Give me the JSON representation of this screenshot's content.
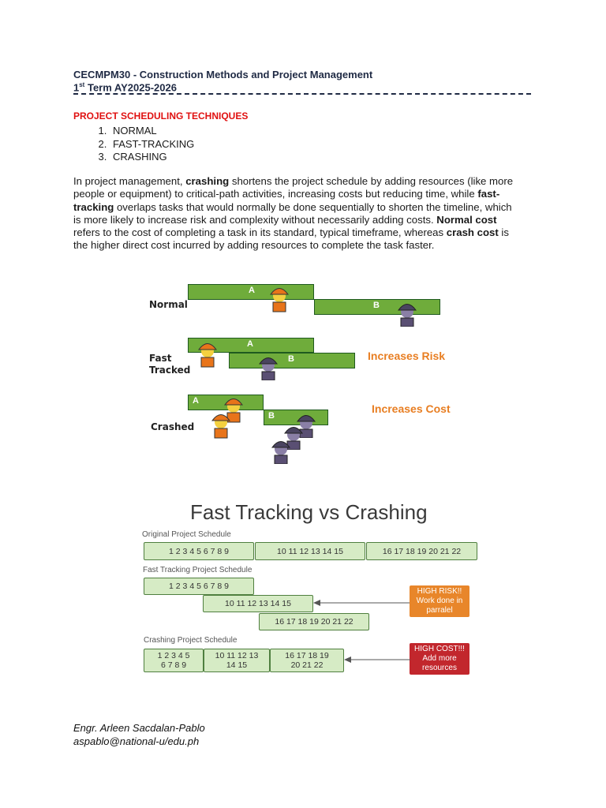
{
  "header": {
    "course_line": "CECMPM30 - Construction Methods and Project Management",
    "term_prefix": "1",
    "term_sup": "st",
    "term_rest": " Term AY2025-2026"
  },
  "section_title": "PROJECT SCHEDULING TECHNIQUES",
  "techniques": [
    "NORMAL",
    "FAST-TRACKING",
    "CRASHING"
  ],
  "paragraph": {
    "p1": "In project management, ",
    "b1": "crashing",
    "p2": " shortens the project schedule by adding resources (like more people or equipment) to critical-path activities, increasing costs but reducing time, while ",
    "b2": "fast-tracking",
    "p3": " overlaps tasks that would normally be done sequentially to shorten the timeline, which is more likely to increase risk and complexity without necessarily adding costs. ",
    "b3": "Normal cost",
    "p4": " refers to the cost of completing a task in its standard, typical timeframe, whereas ",
    "b4": "crash cost",
    "p5": " is the higher direct cost incurred by adding resources to complete the task faster."
  },
  "figure1": {
    "normal_label": "Normal",
    "fast_label_1": "Fast",
    "fast_label_2": "Tracked",
    "crashed_label": "Crashed",
    "task_a": "A",
    "task_b": "B",
    "risk_note": "Increases Risk",
    "cost_note": "Increases Cost",
    "colors": {
      "bar": "#6fac3b",
      "note": "#e87e22",
      "worker_a": "#e8741a",
      "worker_b": "#5a4f73"
    }
  },
  "figure2": {
    "title": "Fast Tracking vs Crashing",
    "original_label": "Original Project Schedule",
    "original": [
      "1   2   3   4 5 6 7   8   9",
      "10   11   12   13   14   15",
      "16   17   18   19  20   21  22"
    ],
    "fast_label": "Fast Tracking Project Schedule",
    "fast": [
      "1   2   3   4 5 6 7   8   9",
      "10   11   12   13   14   15",
      "16   17   18   19  20   21  22"
    ],
    "crash_label": "Crashing Project Schedule",
    "crash_1a": "1   2   3   4   5",
    "crash_1b": "6   7   8   9",
    "crash_2a": "10   11   12   13",
    "crash_2b": "14   15",
    "crash_3a": "16   17  18   19",
    "crash_3b": "20   21  22",
    "risk_callout": [
      "HIGH RISK!!",
      "Work done in",
      "parralel"
    ],
    "cost_callout": [
      "HIGH COST!!!",
      "Add more",
      "resources"
    ],
    "colors": {
      "box_fill": "#d6ebc5",
      "risk": "#e8862a",
      "cost": "#c2272d"
    }
  },
  "footer": {
    "name": "Engr. Arleen Sacdalan-Pablo",
    "email": "aspablo@national-u/edu.ph"
  }
}
